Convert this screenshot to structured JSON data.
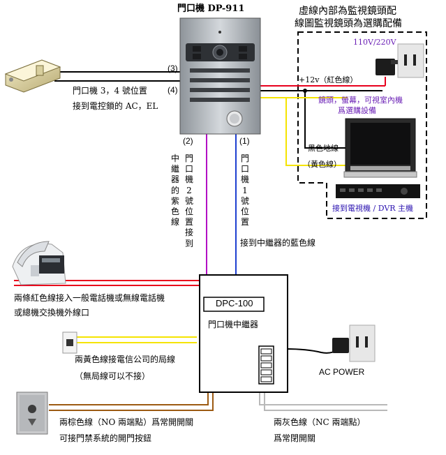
{
  "doorphone": {
    "title": "門口機 DP-911",
    "pin1": "(1)",
    "pin2": "(2)",
    "pin3": "(3)",
    "pin4": "(4)"
  },
  "lock": {
    "note_line1": "門口機 3，4 號位置",
    "note_line2": "接到電控鎖的 AC，EL"
  },
  "optional_box": {
    "title_line1": "虛線內部為監視鏡頭配",
    "title_line2": "線圖監視鏡頭為選購配備",
    "voltage": "110V/220V",
    "plus12v": "+12v（紅色線）",
    "note_line1": "鏡頭，螢幕，可視室內機",
    "note_line2": "爲選購設備",
    "black_ground": "黑色地線",
    "yellow_wire": "（黃色線）",
    "tv_dvr": "接到電視機 / DVR 主機"
  },
  "purple_note": "中繼器的紫色線",
  "pos2_note": "門口機2號位置接到",
  "pos1_note": "門口機1號位置",
  "blue_note": "接到中繼器的藍色線",
  "relay": {
    "model": "DPC-100",
    "name": "門口機中繼器"
  },
  "phone_note_line1": "兩條紅色線接入一般電話機或無線電話機",
  "phone_note_line2": "或總機交換機外線口",
  "telco_note_line1": "兩黃色線接電信公司的局線",
  "telco_note_line2": "（無局線可以不接）",
  "ac_power": "AC POWER",
  "brown_note_line1": "兩棕色線（NO 兩端點）爲常開開關",
  "brown_note_line2": "可接門禁系統的開門按鈕",
  "gray_note_line1": "兩灰色線（NC 兩端點）",
  "gray_note_line2": "爲常閉開關"
}
